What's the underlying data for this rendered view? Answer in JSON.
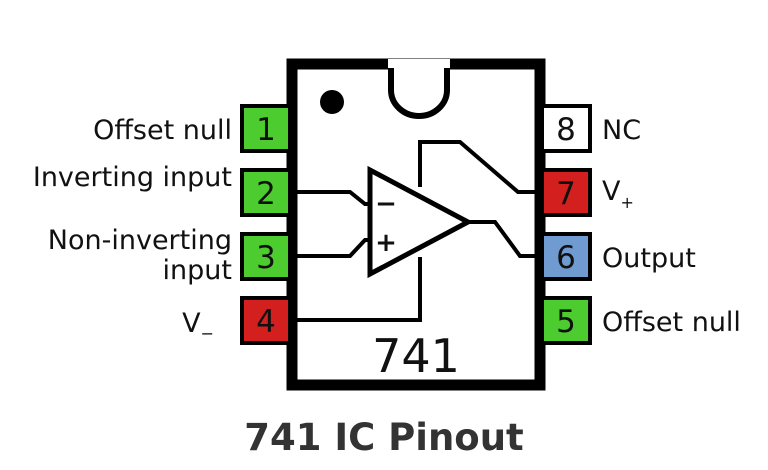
{
  "chip": {
    "name": "741"
  },
  "caption": "741 IC Pinout",
  "pins": {
    "p1": {
      "number": "1",
      "label": "Offset null",
      "color": "#4ccc2e"
    },
    "p2": {
      "number": "2",
      "label": "Inverting input",
      "color": "#4ccc2e"
    },
    "p3": {
      "number": "3",
      "label_line1": "Non-inverting",
      "label_line2": "input",
      "color": "#4ccc2e"
    },
    "p4": {
      "number": "4",
      "label_main": "V",
      "label_sub": "−",
      "color": "#d41f1f"
    },
    "p5": {
      "number": "5",
      "label": "Offset null",
      "color": "#4ccc2e"
    },
    "p6": {
      "number": "6",
      "label": "Output",
      "color": "#6f9bd1"
    },
    "p7": {
      "number": "7",
      "label_main": "V",
      "label_sub": "+",
      "color": "#d41f1f"
    },
    "p8": {
      "number": "8",
      "label": "NC",
      "color": "#ffffff"
    }
  },
  "opamp": {
    "minus": "−",
    "plus": "+"
  }
}
